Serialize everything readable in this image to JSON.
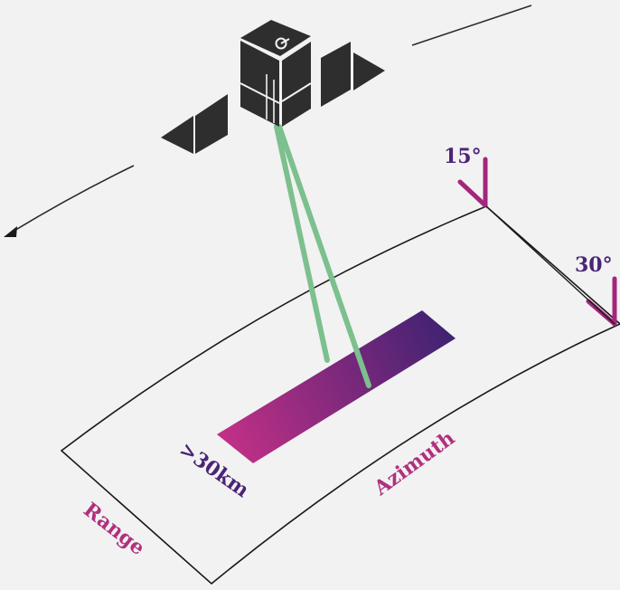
{
  "labels": {
    "angle_near": "15°",
    "angle_far": "30°",
    "swath_width": ">30km",
    "range": "Range",
    "azimuth": "Azimuth"
  },
  "colors": {
    "background": "#f2f2f2",
    "satellite": "#2e2e2e",
    "beam": "#7cc08e",
    "label_purple": "#4a2576",
    "label_magenta": "#b0307e",
    "incidence_marker": "#a3267c",
    "swath_start": "#c13086",
    "swath_end": "#3e2272",
    "outline": "#1a1a1a"
  },
  "icons": {
    "satellite": "satellite-icon",
    "orbit_arrow": "arrow-left-icon"
  }
}
